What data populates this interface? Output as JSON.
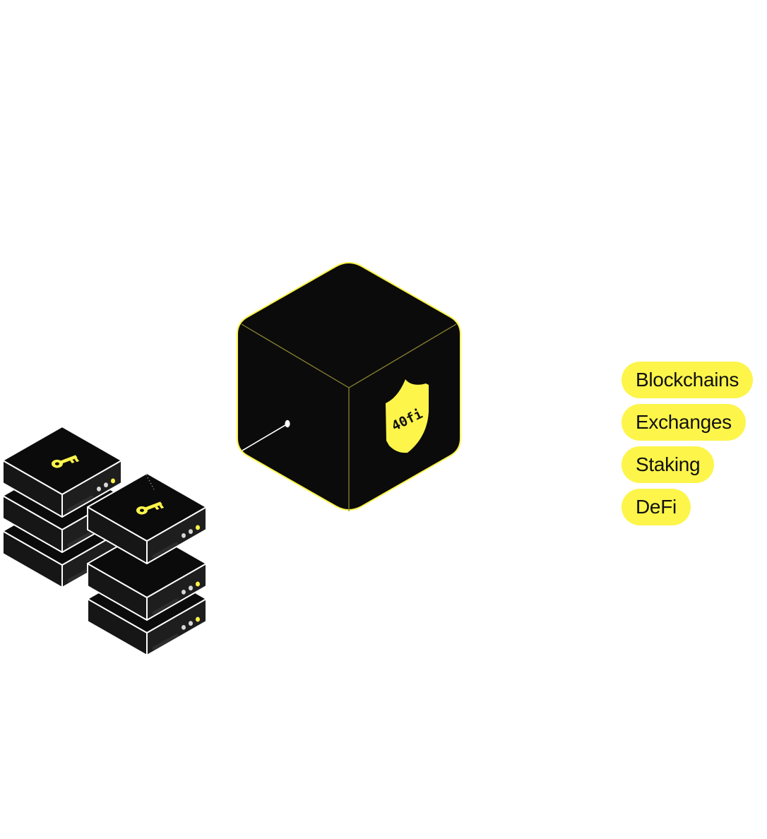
{
  "diagram": {
    "colors": {
      "accent": "#fdf54a",
      "dark": "#0b0b0b",
      "outline": "#ffffff"
    },
    "center_cube": {
      "shield_label": "40fi",
      "icon": "shield-icon"
    },
    "server_stacks": {
      "icon": "key-icon"
    },
    "pills": [
      {
        "label": "Blockchains"
      },
      {
        "label": "Exchanges"
      },
      {
        "label": "Staking"
      },
      {
        "label": "DeFi"
      }
    ]
  }
}
